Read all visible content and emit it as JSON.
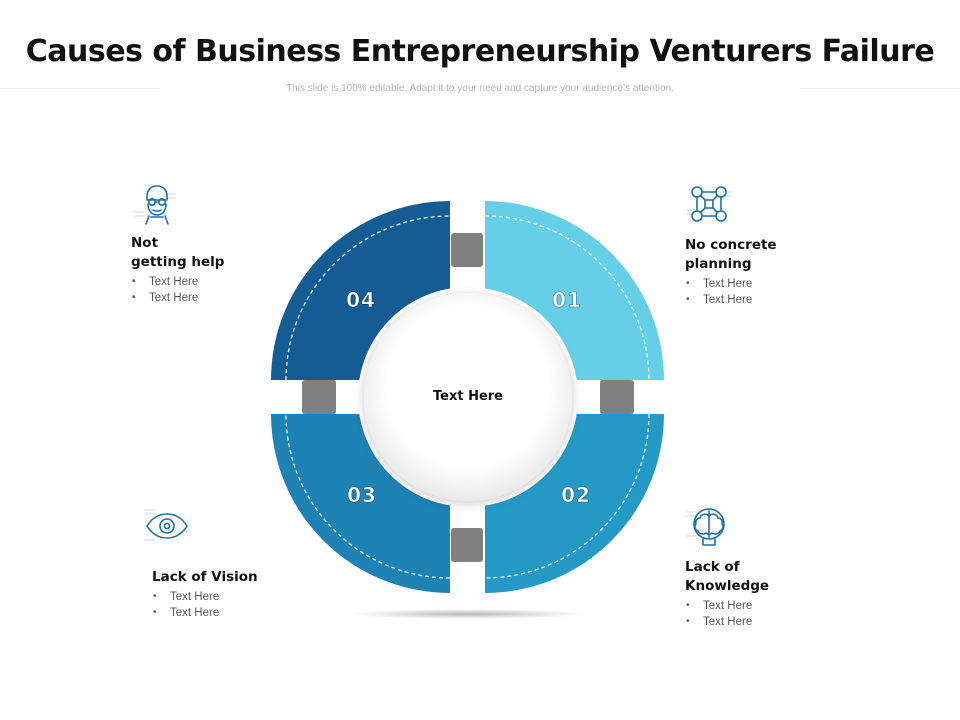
{
  "title": "Causes of Business Entrepreneurship Venturers Failure",
  "subtitle": "This slide is 100% editable. Adapt it to your need and capture your audience’s attention.",
  "center": {
    "label": "Text Here"
  },
  "segments": [
    {
      "number": "01",
      "color": "#64cfe6"
    },
    {
      "number": "02",
      "color": "#2499c6"
    },
    {
      "number": "03",
      "color": "#1e82b4"
    },
    {
      "number": "04",
      "color": "#145d94"
    }
  ],
  "callouts": {
    "top_right": {
      "heading": "No concrete\nplanning",
      "icon": "network-icon",
      "bullets": [
        "Text Here",
        "Text Here"
      ]
    },
    "bottom_right": {
      "heading": "Lack of\nKnowledge",
      "icon": "brain-icon",
      "bullets": [
        "Text Here",
        "Text Here"
      ]
    },
    "bottom_left": {
      "heading": "Lack of Vision",
      "icon": "eye-icon",
      "bullets": [
        "Text Here",
        "Text Here"
      ]
    },
    "top_left": {
      "heading": "Not\ngetting help",
      "icon": "person-icon",
      "bullets": [
        "Text Here",
        "Text Here"
      ]
    }
  },
  "colors": {
    "connector": "#808080",
    "icon_stroke": "#1e6fa8"
  }
}
